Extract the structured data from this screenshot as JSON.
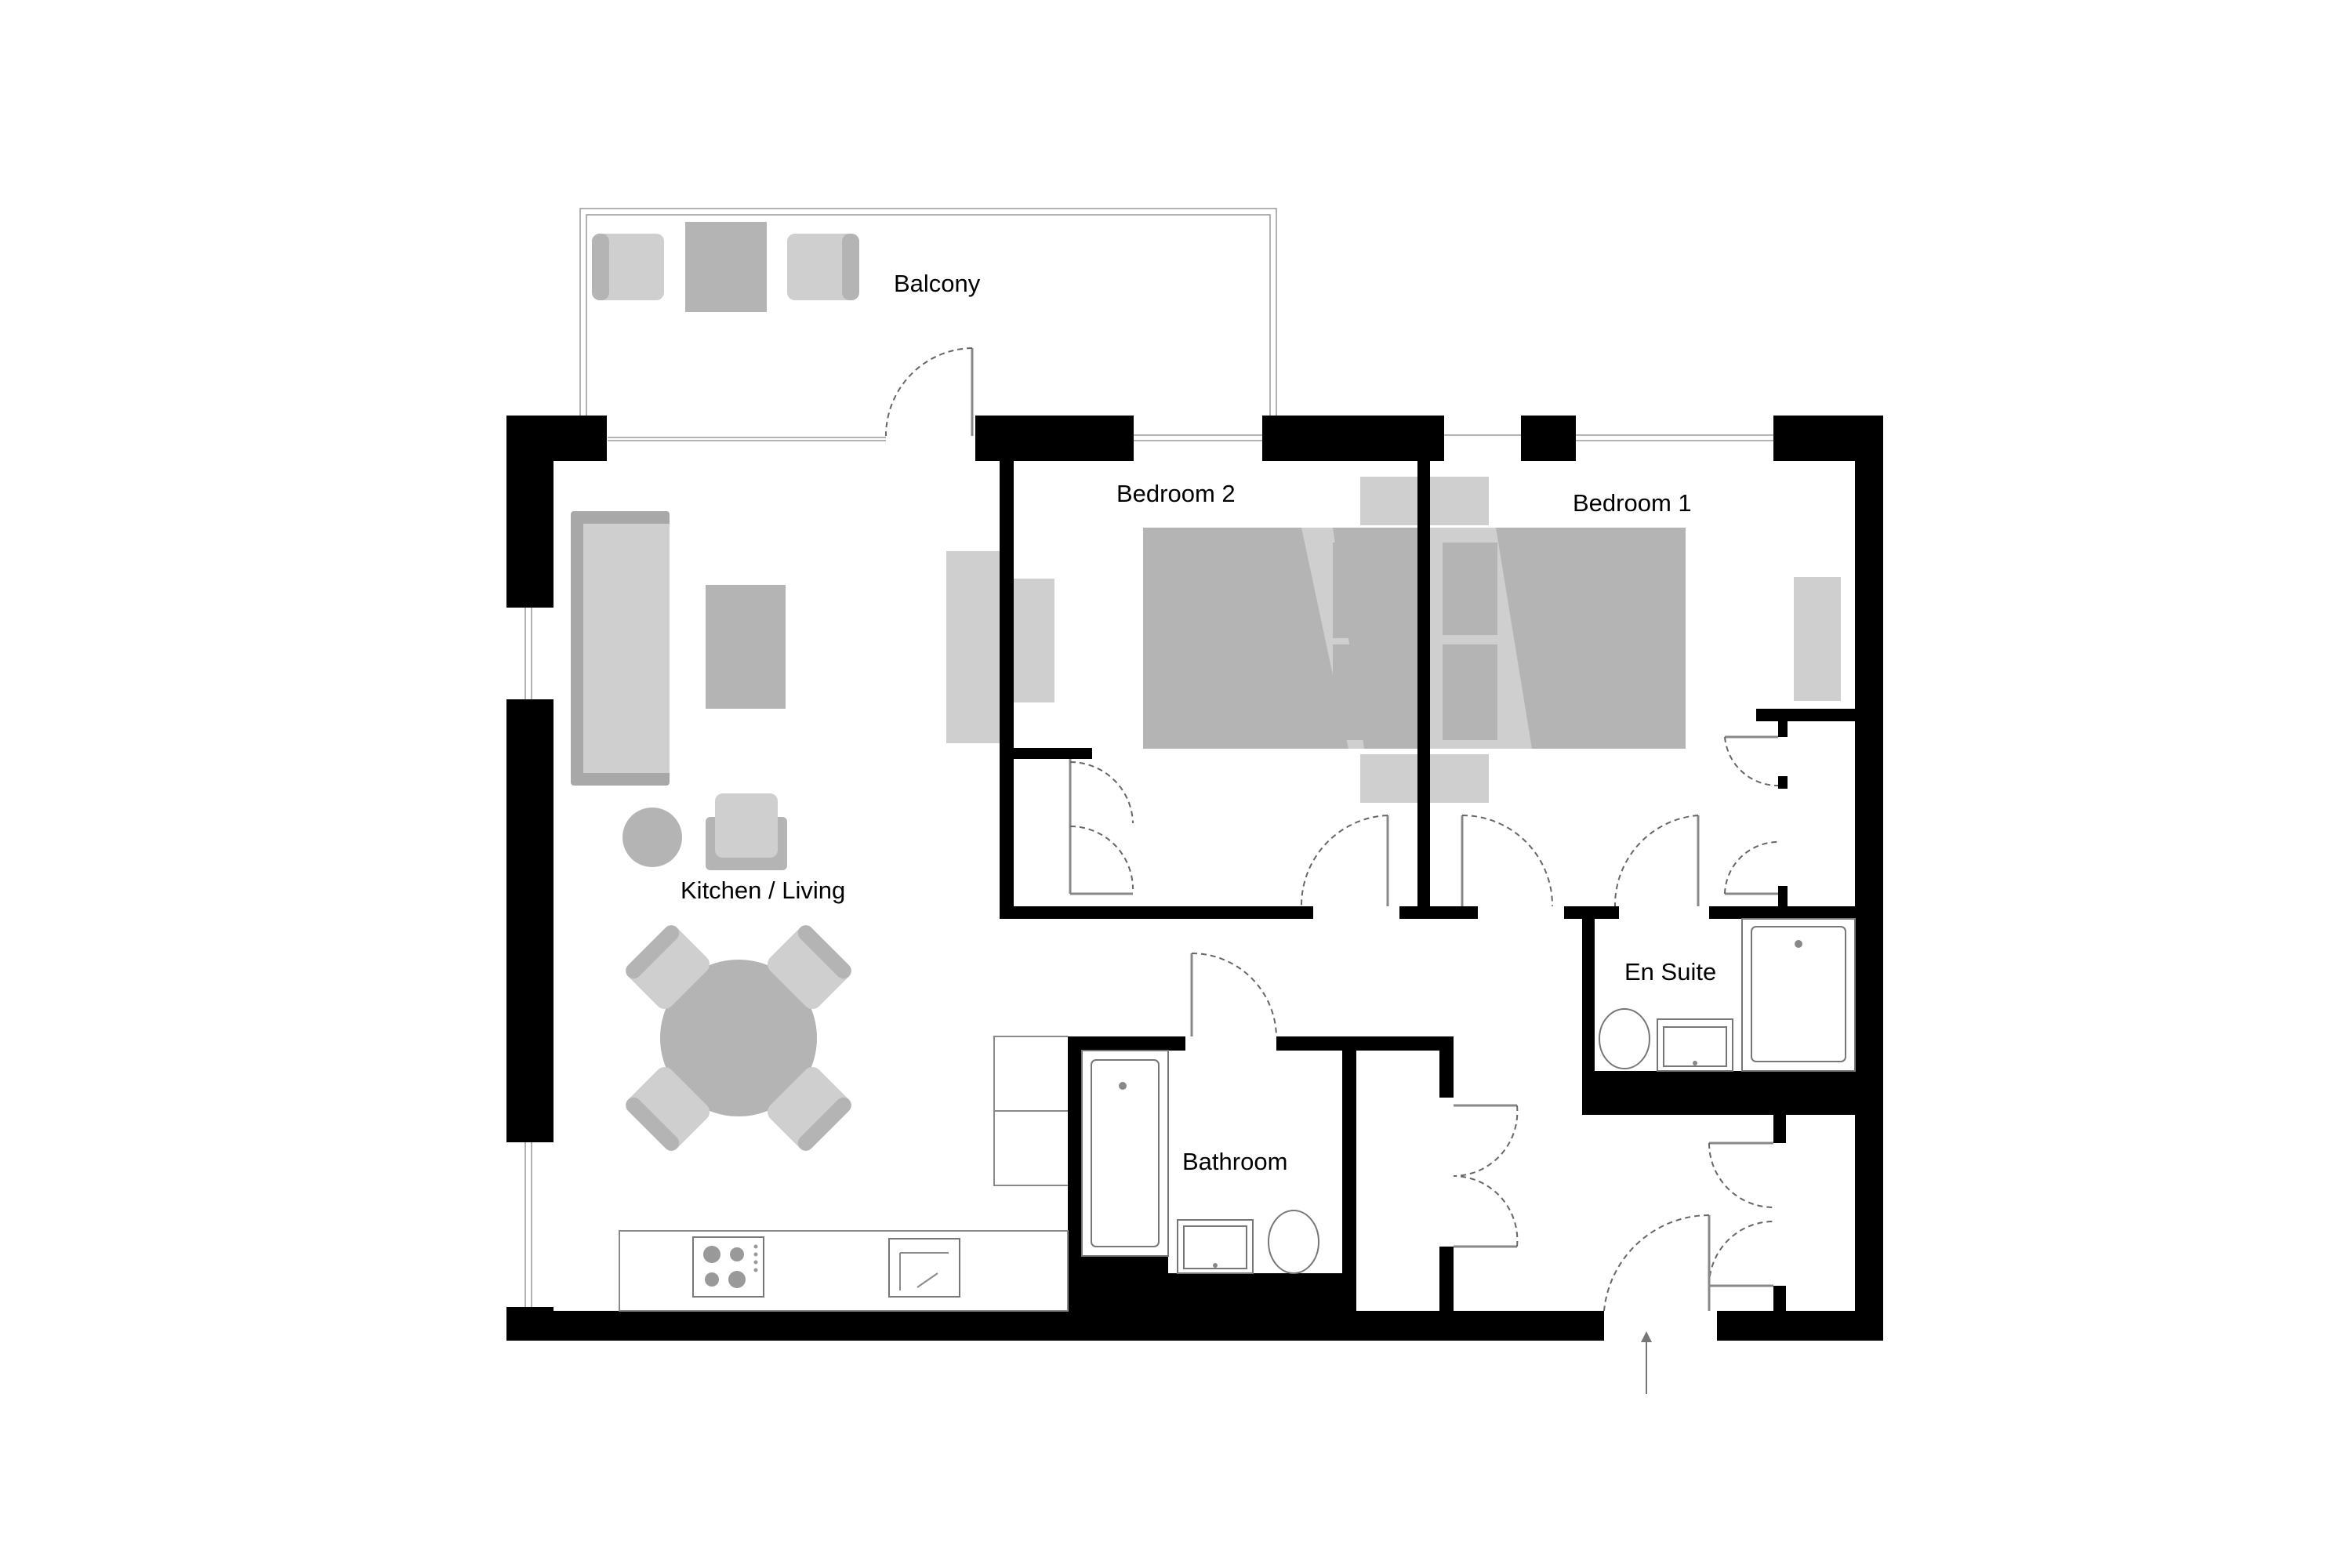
{
  "plan": {
    "rooms": {
      "balcony": "Balcony",
      "bedroom2": "Bedroom 2",
      "bedroom1": "Bedroom 1",
      "kitchen_living": "Kitchen / Living",
      "en_suite": "En Suite",
      "bathroom": "Bathroom"
    },
    "colors": {
      "wall": "#000000",
      "furniture_light": "#cfcfcf",
      "furniture_mid": "#b4b4b4",
      "background": "#ffffff"
    }
  }
}
